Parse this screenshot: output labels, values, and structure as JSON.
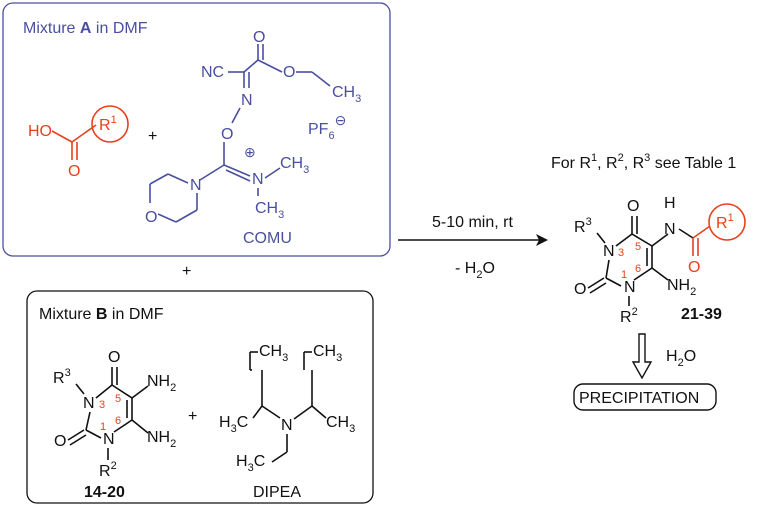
{
  "colors": {
    "reagent_blue": "#4a4f9e",
    "highlight_red": "#e8411c",
    "ink": "#111111"
  },
  "mixture_a": {
    "title_prefix": "Mixture ",
    "title_bold": "A",
    "title_suffix": " in DMF",
    "acid_ho": "HO",
    "acid_o": "O",
    "r1": "R",
    "r1_sup": "1",
    "plus": "+",
    "comu": {
      "nc": "NC",
      "ester_o_top": "O",
      "ester_o": "O",
      "ch3": "CH",
      "ch3_sub": "3",
      "n_oxime": "N",
      "o_link": "O",
      "pf6": "PF",
      "pf6_sub": "6",
      "pf6_charge": "⊖",
      "plus_charge": "⊕",
      "n_dimethyl": "N",
      "me1": "CH",
      "me1_sub": "3",
      "me2": "CH",
      "me2_sub": "3",
      "morph_n": "N",
      "morph_o": "O",
      "name": "COMU"
    }
  },
  "plus_between": "+",
  "mixture_b": {
    "title_prefix": "Mixture ",
    "title_bold": "B",
    "title_suffix": " in DMF",
    "uracil": {
      "r3": "R",
      "r3_sup": "3",
      "n3": "N",
      "n3_num": "3",
      "n1": "N",
      "n1_num": "1",
      "c5_num": "5",
      "c6_num": "6",
      "o_top": "O",
      "o_left": "O",
      "nh2_a": "NH",
      "nh2_a_sub": "2",
      "nh2_b": "NH",
      "nh2_b_sub": "2",
      "r2": "R",
      "r2_sup": "2",
      "compound": "14-20"
    },
    "plus": "+",
    "dipea": {
      "ch3_a": "CH",
      "ch3_a_sub": "3",
      "ch3_b": "CH",
      "ch3_b_sub": "3",
      "h3c_a": "H",
      "h3c_a_sub": "3",
      "h3c_a_c": "C",
      "ch3_c": "CH",
      "ch3_c_sub": "3",
      "n": "N",
      "h3c_b": "H",
      "h3c_b_sub": "3",
      "h3c_b_c": "C",
      "name": "DIPEA"
    }
  },
  "arrow": {
    "top": "5-10 min, rt",
    "bottom_prefix": "- H",
    "bottom_sub": "2",
    "bottom_suffix": "O"
  },
  "product": {
    "note_prefix": "For R",
    "note_sup1": "1",
    "note_mid1": ", R",
    "note_sup2": "2",
    "note_mid2": ", R",
    "note_sup3": "3",
    "note_suffix": " see Table 1",
    "r3": "R",
    "r3_sup": "3",
    "n3": "N",
    "n3_num": "3",
    "n1": "N",
    "n1_num": "1",
    "c5_num": "5",
    "c6_num": "6",
    "o_top": "O",
    "o_left": "O",
    "nh": "N",
    "h": "H",
    "amide_o": "O",
    "r1": "R",
    "r1_sup": "1",
    "nh2": "NH",
    "nh2_sub": "2",
    "r2": "R",
    "r2_sup": "2",
    "compound": "21-39",
    "water": "H",
    "water_sub": "2",
    "water_o": "O",
    "precipitation": "PRECIPITATION"
  }
}
